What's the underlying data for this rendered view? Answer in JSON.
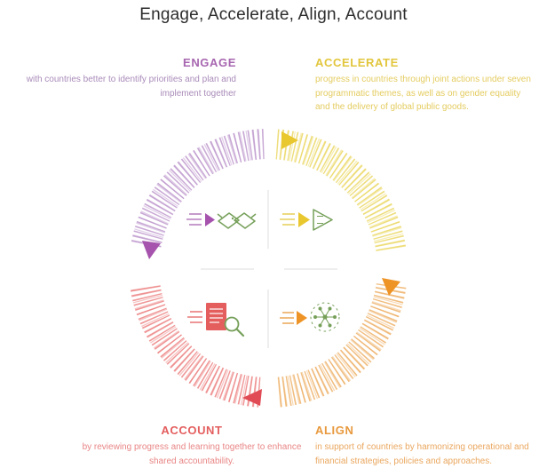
{
  "title": "Engage, Accelerate, Align, Account",
  "quadrants": {
    "engage": {
      "label": "ENGAGE",
      "description": "with countries better to identify priorities and plan and implement together",
      "label_color": "#a766b0",
      "desc_color": "#a98bb9",
      "arc_color": "#bb93cb",
      "arrow_color": "#a553ad",
      "icon": "handshake-icon"
    },
    "accelerate": {
      "label": "ACCELERATE",
      "description": "progress in countries through joint actions under seven programmatic themes, as well as on gender equality and the delivery of global public goods.",
      "label_color": "#e2c63c",
      "desc_color": "#e4cc60",
      "arc_color": "#ead65e",
      "arrow_color": "#e9c72f",
      "icon": "play-forward-icon"
    },
    "align": {
      "label": "ALIGN",
      "description": "in support of countries by harmonizing operational and financial strategies, policies and approaches.",
      "label_color": "#e8993d",
      "desc_color": "#eaa75f",
      "arc_color": "#edae62",
      "arrow_color": "#ee9426",
      "icon": "partners-network-icon"
    },
    "account": {
      "label": "ACCOUNT",
      "description": "by reviewing progress and learning together to enhance shared accountability.",
      "label_color": "#e45e5e",
      "desc_color": "#e98585",
      "arc_color": "#ec7d7d",
      "arrow_color": "#e14b55",
      "icon": "document-review-icon"
    }
  },
  "colors": {
    "title": "#2d2d2d",
    "icon_green": "#76a05a",
    "divider": "#dddddd",
    "background": "#ffffff"
  }
}
